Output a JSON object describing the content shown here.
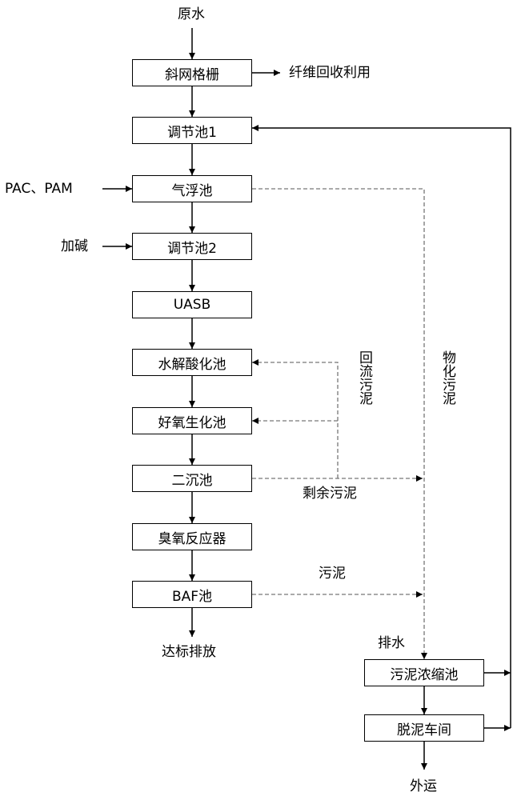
{
  "main_chain": {
    "input": "原水",
    "screen": "斜网格栅",
    "equalization_1": "调节池1",
    "flotation": "气浮池",
    "equalization_2": "调节池2",
    "uasb": "UASB",
    "hydrolysis": "水解酸化池",
    "aerobic": "好氧生化池",
    "secondary_clarifier": "二沉池",
    "ozone_reactor": "臭氧反应器",
    "baf": "BAF池",
    "discharge": "达标排放"
  },
  "side_inputs": {
    "chemicals": "PAC、PAM",
    "alkali": "加碱",
    "fiber_recovery": "纤维回收利用"
  },
  "sludge": {
    "return_sludge": "回流污泥",
    "excess_sludge": "剩余污泥",
    "sludge": "污泥",
    "physchem_sludge": "物化污泥",
    "drainage": "排水",
    "thickener": "污泥浓缩池",
    "dewatering": "脱泥车间",
    "haul_out": "外运"
  }
}
